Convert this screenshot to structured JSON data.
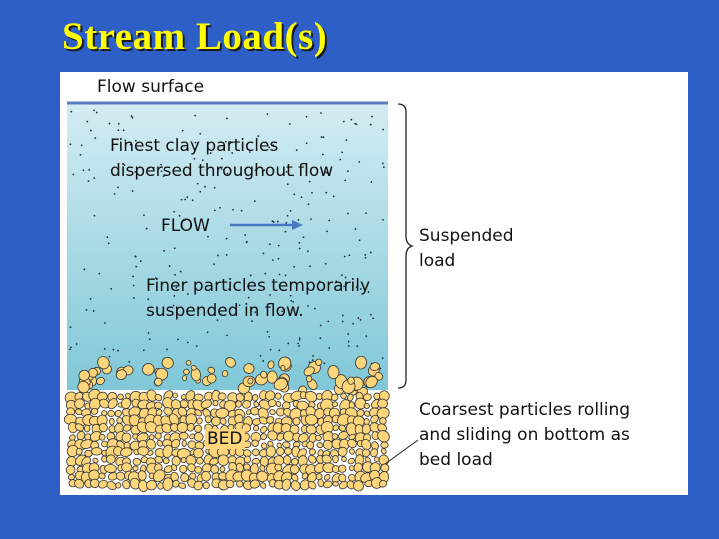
{
  "title": "Stream Load(s)",
  "diagram": {
    "flow_surface": "Flow surface",
    "finest_clay": [
      "Finest clay particles",
      "dispersed throughout flow"
    ],
    "flow": "FLOW",
    "finer_particles": [
      "Finer particles temporarily",
      "suspended in flow."
    ],
    "suspended_load": [
      "Suspended",
      "load"
    ],
    "bed_load": [
      "Coarsest particles rolling",
      "and sliding on bottom as",
      "bed load"
    ],
    "bed": "BED"
  },
  "colors": {
    "background": "#2e5fc7",
    "title": "#ffff00",
    "water_top": "#d3ecf2",
    "water_bottom": "#7cc6d6",
    "particle": "#fdd57a",
    "surface_line": "#5a7fc0",
    "arrow": "#4a78c0"
  }
}
